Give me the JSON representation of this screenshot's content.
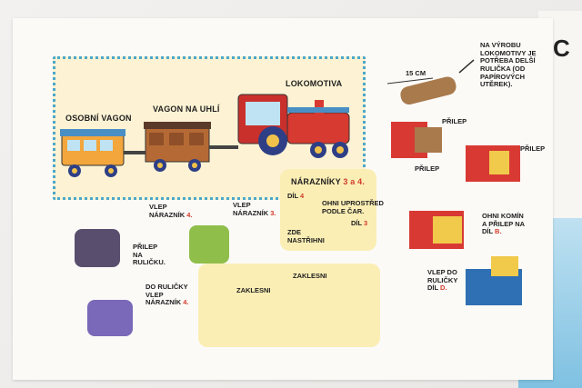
{
  "train_labels": {
    "osobni": "OSOBNÍ VAGON",
    "uhli": "VAGON NA UHLÍ",
    "lokomotiva": "LOKOMOTIVA"
  },
  "roll_instruction": {
    "text1": "NA VÝROBU",
    "text2": "LOKOMOTIVY JE",
    "text3": "POTŘEBA DELŠÍ",
    "text4": "RULIČKA (OD",
    "text5": "PAPÍROVÝCH",
    "text6": "UTĚREK).",
    "length": "15 CM"
  },
  "steps": {
    "prilep_a": "PŘILEP",
    "prilep_b": "PŘILEP",
    "prilep_c": "PŘILEP",
    "ohni_komin": "OHNI KOMÍN",
    "a_prilep": "A PŘILEP NA",
    "dil_b_line": "DÍL ",
    "dil_b": "B.",
    "vlep_do": "VLEP DO",
    "ruli_cky": "RULIČKY",
    "dil_d_line": "DÍL ",
    "dil_d": "D."
  },
  "narazniky": {
    "title": "NÁRAZNÍKY ",
    "title_nums": "3 a 4.",
    "dil4": "DÍL ",
    "dil4_num": "4",
    "ohni": "OHNI UPROSTŘED",
    "podle": "PODLE ČAR.",
    "zde": "ZDE",
    "nastrihni": "NASTŘIHNI",
    "dil3": "DÍL ",
    "dil3_num": "3"
  },
  "wagons": {
    "vlep4_a": "VLEP",
    "vlep4_b": "NÁRAZNÍK ",
    "vlep4_num": "4.",
    "vlep3_a": "VLEP",
    "vlep3_b": "NÁRAZNÍK ",
    "vlep3_num": "3.",
    "prilep_na": "PŘILEP",
    "prilep_na2": "NA",
    "prilep_na3": "RULIČKU.",
    "do_ruli": "DO RULIČKY",
    "vlep2": "VLEP",
    "naraznik4": "NÁRAZNÍK ",
    "naraznik4_num": "4.",
    "zaklesni_a": "ZAKLESNI",
    "zaklesni_b": "ZAKLESNI"
  },
  "edge_letter": "C"
}
